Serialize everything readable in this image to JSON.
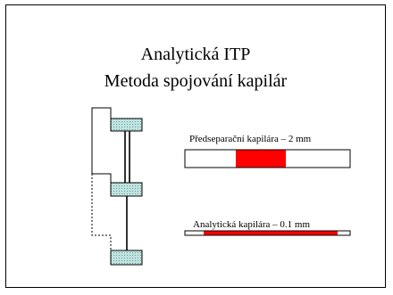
{
  "slide": {
    "title_line1": "Analytická ITP",
    "title_line2": "Metoda spojování kapilár"
  },
  "diagram": {
    "preseparation_label": "Předseparační kapilára – 2 mm",
    "analytical_label": "Analytická kapilára – 0.1 mm",
    "colors": {
      "zone": "#ff0000",
      "reservoir_fill": "#bfe3e0",
      "line": "#000000"
    }
  }
}
